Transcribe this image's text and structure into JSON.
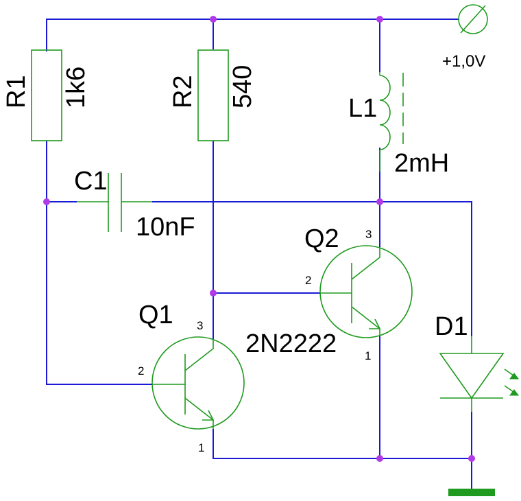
{
  "supply": {
    "voltage_label": "+1,0V"
  },
  "resistors": [
    {
      "ref": "R1",
      "value": "1k6"
    },
    {
      "ref": "R2",
      "value": "540"
    }
  ],
  "inductor": {
    "ref": "L1",
    "value": "2mH"
  },
  "capacitor": {
    "ref": "C1",
    "value": "10nF"
  },
  "transistors": [
    {
      "ref": "Q1",
      "pins": {
        "base": "2",
        "collector": "3",
        "emitter": "1"
      }
    },
    {
      "ref": "Q2",
      "pins": {
        "base": "2",
        "collector": "3",
        "emitter": "1"
      }
    }
  ],
  "transistor_model": "2N2222",
  "diode": {
    "ref": "D1"
  },
  "colors": {
    "wire": "#1a1ad6",
    "component": "#1e9a1e",
    "junction": "#b03ae8",
    "ground": "#1e9a1e",
    "text": "#000000"
  }
}
